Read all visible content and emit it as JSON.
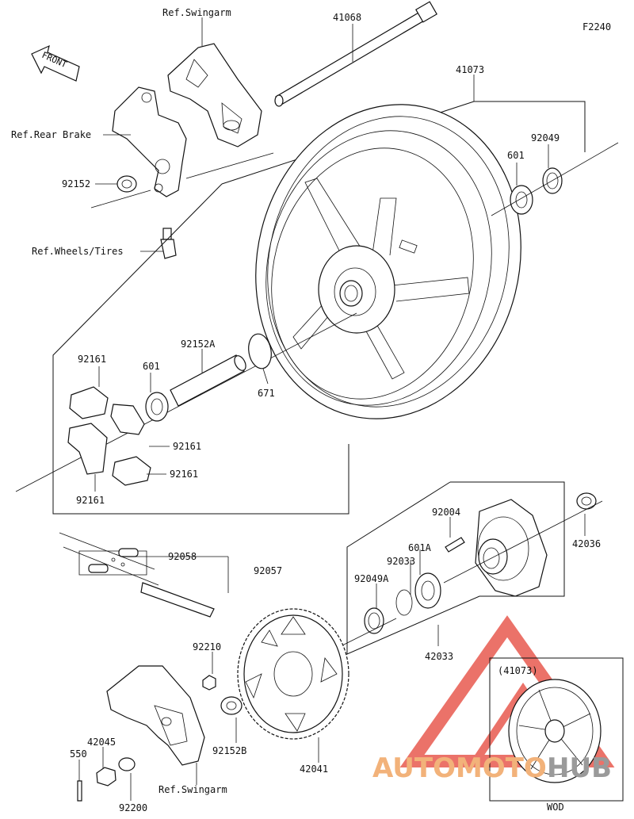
{
  "diagram_code": "F2240",
  "front_label": "FRONT",
  "refs": {
    "swingarm_top": "Ref.Swingarm",
    "rear_brake": "Ref.Rear Brake",
    "wheels_tires": "Ref.Wheels/Tires",
    "swingarm_bottom": "Ref.Swingarm"
  },
  "parts": {
    "p41068": "41068",
    "p41073": "41073",
    "p92049": "92049",
    "p601_top": "601",
    "p92152": "92152",
    "p92152A": "92152A",
    "p671": "671",
    "p92161_a": "92161",
    "p92161_b": "92161",
    "p92161_c": "92161",
    "p92161_d": "92161",
    "p601_left": "601",
    "p92058": "92058",
    "p92057": "92057",
    "p92004": "92004",
    "p42036": "42036",
    "p92033": "92033",
    "p601A": "601A",
    "p92049A": "92049A",
    "p42033": "42033",
    "p92210": "92210",
    "p92152B": "92152B",
    "p42041": "42041",
    "p42045": "42045",
    "p550": "550",
    "p92200": "92200"
  },
  "inset": {
    "ref": "(41073)",
    "caption": "WOD"
  },
  "watermark": {
    "text_a": "AUTOMOTO",
    "text_b": "HUB",
    "color_a": "#f2b27a",
    "color_b": "#9a9a9a",
    "triangle_color": "#e85a4f"
  }
}
